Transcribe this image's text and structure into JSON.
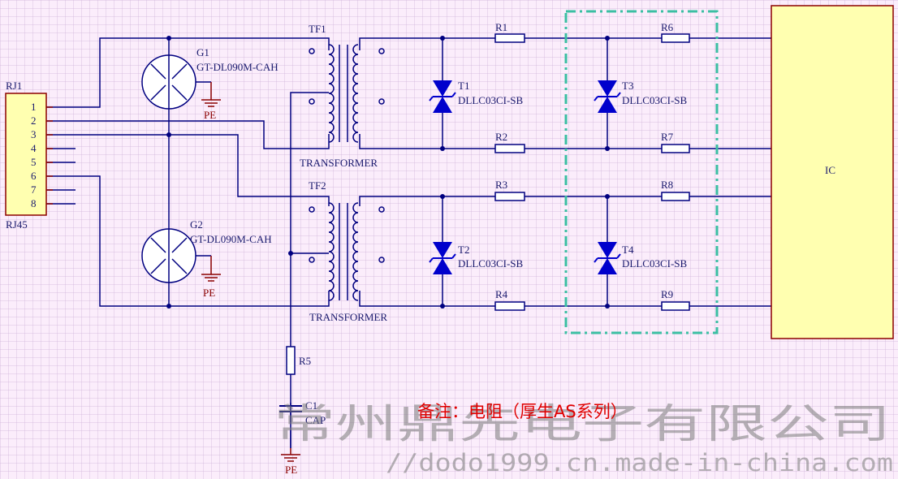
{
  "connector": {
    "ref": "RJ1",
    "type": "RJ45",
    "pins": [
      "1",
      "2",
      "3",
      "4",
      "5",
      "6",
      "7",
      "8"
    ]
  },
  "gdt": [
    {
      "ref": "G1",
      "part": "GT-DL090M-CAH",
      "ground": "PE"
    },
    {
      "ref": "G2",
      "part": "GT-DL090M-CAH",
      "ground": "PE"
    }
  ],
  "transformers": [
    {
      "ref": "TF1",
      "label": "TRANSFORMER"
    },
    {
      "ref": "TF2",
      "label": "TRANSFORMER"
    }
  ],
  "tvs": [
    {
      "ref": "T1",
      "part": "DLLC03CI-SB"
    },
    {
      "ref": "T2",
      "part": "DLLC03CI-SB"
    },
    {
      "ref": "T3",
      "part": "DLLC03CI-SB"
    },
    {
      "ref": "T4",
      "part": "DLLC03CI-SB"
    }
  ],
  "resistors": {
    "r1": "R1",
    "r2": "R2",
    "r3": "R3",
    "r4": "R4",
    "r5": "R5",
    "r6": "R6",
    "r7": "R7",
    "r8": "R8",
    "r9": "R9"
  },
  "capacitor": {
    "ref": "C1",
    "value": "CAP",
    "ground": "PE"
  },
  "ic": {
    "label": "IC"
  },
  "note": "备注：电阻（厚生AS系列）",
  "watermark": {
    "company": "常州鼎先电子有限公司",
    "url": "//dodo1999.cn.made-in-china.com"
  },
  "colors": {
    "wire": "#000080",
    "diode": "#0000cc",
    "ground": "#8b0000",
    "highlight": "#3bbfa3",
    "ic_fill": "#ffffb0",
    "connector_fill": "#ffffb0"
  }
}
